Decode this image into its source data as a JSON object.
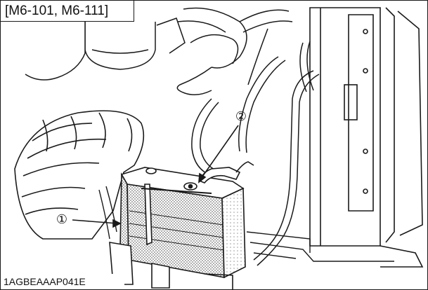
{
  "figure": {
    "models_label": "[M6-101, M6-111]",
    "figure_code": "1AGBEAAAP041E"
  },
  "callouts": [
    {
      "number": "①",
      "part": "battery"
    },
    {
      "number": "②",
      "part": "battery-terminal"
    }
  ],
  "colors": {
    "line": "#1a1a1a",
    "battery_shading": "#9a9a9a",
    "background": "#ffffff"
  }
}
